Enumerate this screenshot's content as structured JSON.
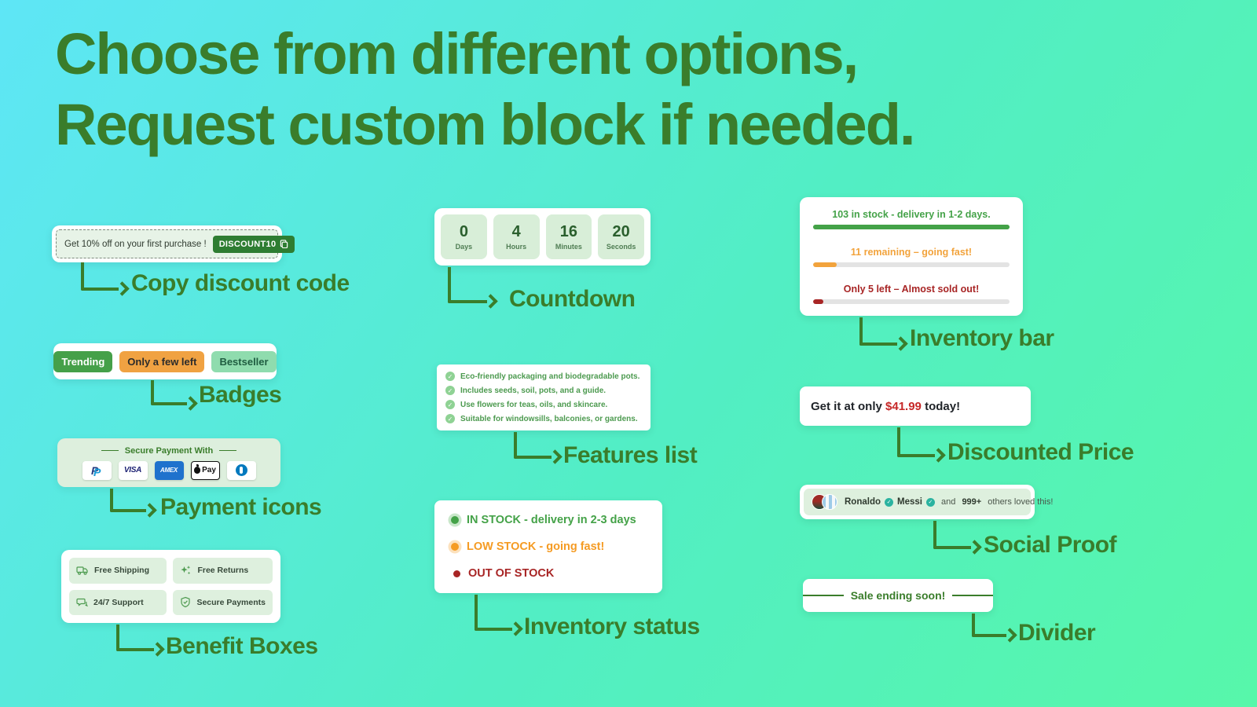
{
  "heading": {
    "line1": "Choose from different options,",
    "line2": "Request custom block if needed."
  },
  "discount": {
    "message": "Get 10% off on your first purchase !",
    "code": "DISCOUNT10",
    "label": "Copy discount code"
  },
  "countdown": {
    "label": "Countdown",
    "units": [
      {
        "value": "0",
        "unit": "Days"
      },
      {
        "value": "4",
        "unit": "Hours"
      },
      {
        "value": "16",
        "unit": "Minutes"
      },
      {
        "value": "20",
        "unit": "Seconds"
      }
    ]
  },
  "inventory_bar": {
    "label": "Inventory bar",
    "rows": [
      {
        "text": "103 in stock - delivery in 1-2 days.",
        "color": "#44a248",
        "fill": "100%",
        "track": "#4caf50"
      },
      {
        "text": "11 remaining – going fast!",
        "color": "#f2a33c",
        "fill": "12%",
        "track": "#e3e3e3"
      },
      {
        "text": "Only 5 left – Almost sold out!",
        "color": "#a82525",
        "fill": "5%",
        "track": "#e3e3e3"
      }
    ]
  },
  "badges": {
    "label": "Badges",
    "items": [
      {
        "text": "Trending",
        "bg": "#45a049",
        "fg": "#ffffff"
      },
      {
        "text": "Only a few left",
        "bg": "#f0a242",
        "fg": "#2b2b2b"
      },
      {
        "text": "Bestseller",
        "bg": "#8fdcae",
        "fg": "#1f5c40"
      }
    ]
  },
  "features": {
    "label": "Features list",
    "items": [
      "Eco-friendly packaging and biodegradable pots.",
      "Includes seeds, soil, pots, and a guide.",
      "Use flowers for teas, oils, and skincare.",
      "Suitable for windowsills, balconies, or gardens."
    ]
  },
  "payments": {
    "label": "Payment icons",
    "title": "Secure Payment With",
    "paypal_letter": "P",
    "visa_text": "VISA",
    "amex_text": "AMEX",
    "applepay_text": "Pay",
    "methods": [
      "PayPal",
      "Visa",
      "Amex",
      "Apple Pay",
      "Diners Club"
    ]
  },
  "benefits": {
    "label": "Benefit Boxes",
    "items": [
      {
        "icon": "truck-icon",
        "text": "Free Shipping"
      },
      {
        "icon": "sparkles-icon",
        "text": "Free Returns"
      },
      {
        "icon": "chat-icon",
        "text": "24/7 Support"
      },
      {
        "icon": "shield-check-icon",
        "text": "Secure Payments"
      }
    ]
  },
  "inventory_status": {
    "label": "Inventory status",
    "rows": [
      {
        "text": "IN STOCK - delivery in 2-3 days",
        "color": "#44a248"
      },
      {
        "text": "LOW STOCK - going fast!",
        "color": "#f59b23"
      },
      {
        "text": "OUT OF STOCK",
        "color": "#a82525"
      }
    ]
  },
  "price": {
    "label": "Discounted Price",
    "prefix": "Get it at only ",
    "amount": "$41.99",
    "suffix": " today!"
  },
  "social": {
    "label": "Social Proof",
    "name1": "Ronaldo",
    "name2": "Messi",
    "and_text": " and ",
    "count": "999+",
    "rest": " others loved this!"
  },
  "divider": {
    "label": "Divider",
    "text": "Sale ending soon!"
  },
  "colors": {
    "accent_green": "#3a7d2b",
    "badge_green": "#45a049",
    "badge_orange": "#f0a242",
    "badge_mint": "#8fdcae",
    "price_red": "#c62828",
    "bg_top_left": "#5ee6f6",
    "bg_bottom_right": "#57f7aa"
  }
}
